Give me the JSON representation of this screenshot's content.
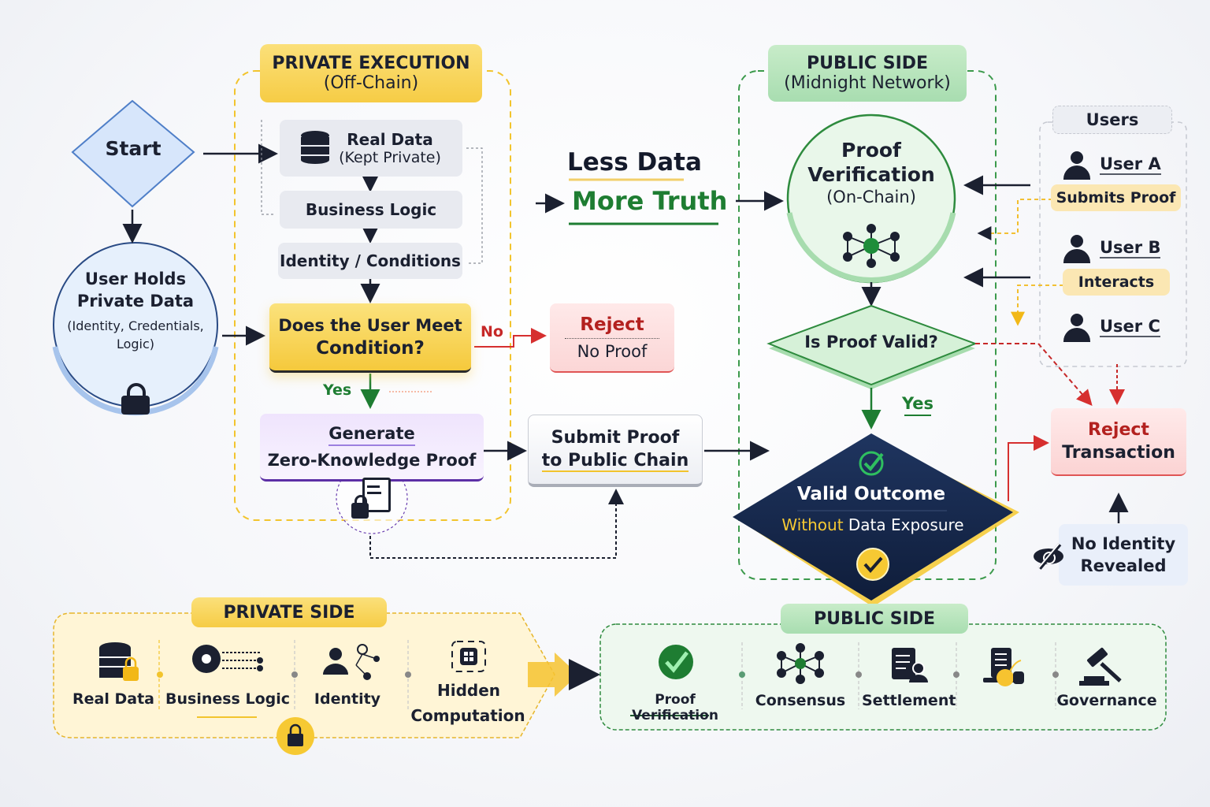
{
  "private_execution": {
    "title": "PRIVATE EXECUTION",
    "subtitle": "(Off-Chain)",
    "steps": [
      "Real Data",
      "(Kept Private)",
      "Business Logic",
      "Identity / Conditions"
    ],
    "decision": {
      "line1": "Does the User Meet",
      "line2": "Condition?"
    },
    "no_label": "No",
    "yes_label": "Yes",
    "generate": {
      "line1": "Generate",
      "line2": "Zero-Knowledge Proof"
    }
  },
  "start": {
    "label": "Start"
  },
  "user_holds": {
    "line1": "User Holds",
    "line2": "Private Data",
    "line3": "(Identity, Credentials,",
    "line4": "Logic)"
  },
  "reject_no_proof": {
    "title": "Reject",
    "subtitle": "No Proof"
  },
  "submit_proof": {
    "line1": "Submit Proof",
    "line2": "to Public Chain"
  },
  "slogan": {
    "line1": "Less Data",
    "line2": "More Truth"
  },
  "public_side": {
    "title": "PUBLIC SIDE",
    "subtitle": "(Midnight Network)",
    "verification": {
      "line1": "Proof",
      "line2": "Verification",
      "line3": "(On-Chain)"
    },
    "decision": "Is Proof Valid?",
    "yes_label": "Yes",
    "outcome": {
      "line1": "Valid Outcome",
      "line2_highlight": "Without",
      "line2_rest": " Data Exposure"
    }
  },
  "users": {
    "title": "Users",
    "items": [
      {
        "name": "User A",
        "action": "Submits Proof"
      },
      {
        "name": "User B",
        "action": "Interacts"
      },
      {
        "name": "User C",
        "action": ""
      }
    ]
  },
  "reject_transaction": {
    "line1": "Reject",
    "line2": "Transaction"
  },
  "no_identity": {
    "line1": "No Identity",
    "line2": "Revealed"
  },
  "private_side_strip": {
    "title": "PRIVATE SIDE",
    "items": [
      "Real Data",
      "Business Logic",
      "Identity",
      "Hidden",
      "Computation"
    ]
  },
  "public_side_strip": {
    "title": "PUBLIC SIDE",
    "items": [
      "Proof Verification",
      "Consensus",
      "Settlement",
      "",
      "Governance"
    ]
  },
  "colors": {
    "yellow": "#f6cc45",
    "green": "#2e8b3e",
    "red": "#c62828",
    "navy": "#17284a",
    "purple": "#7b4fd0"
  }
}
